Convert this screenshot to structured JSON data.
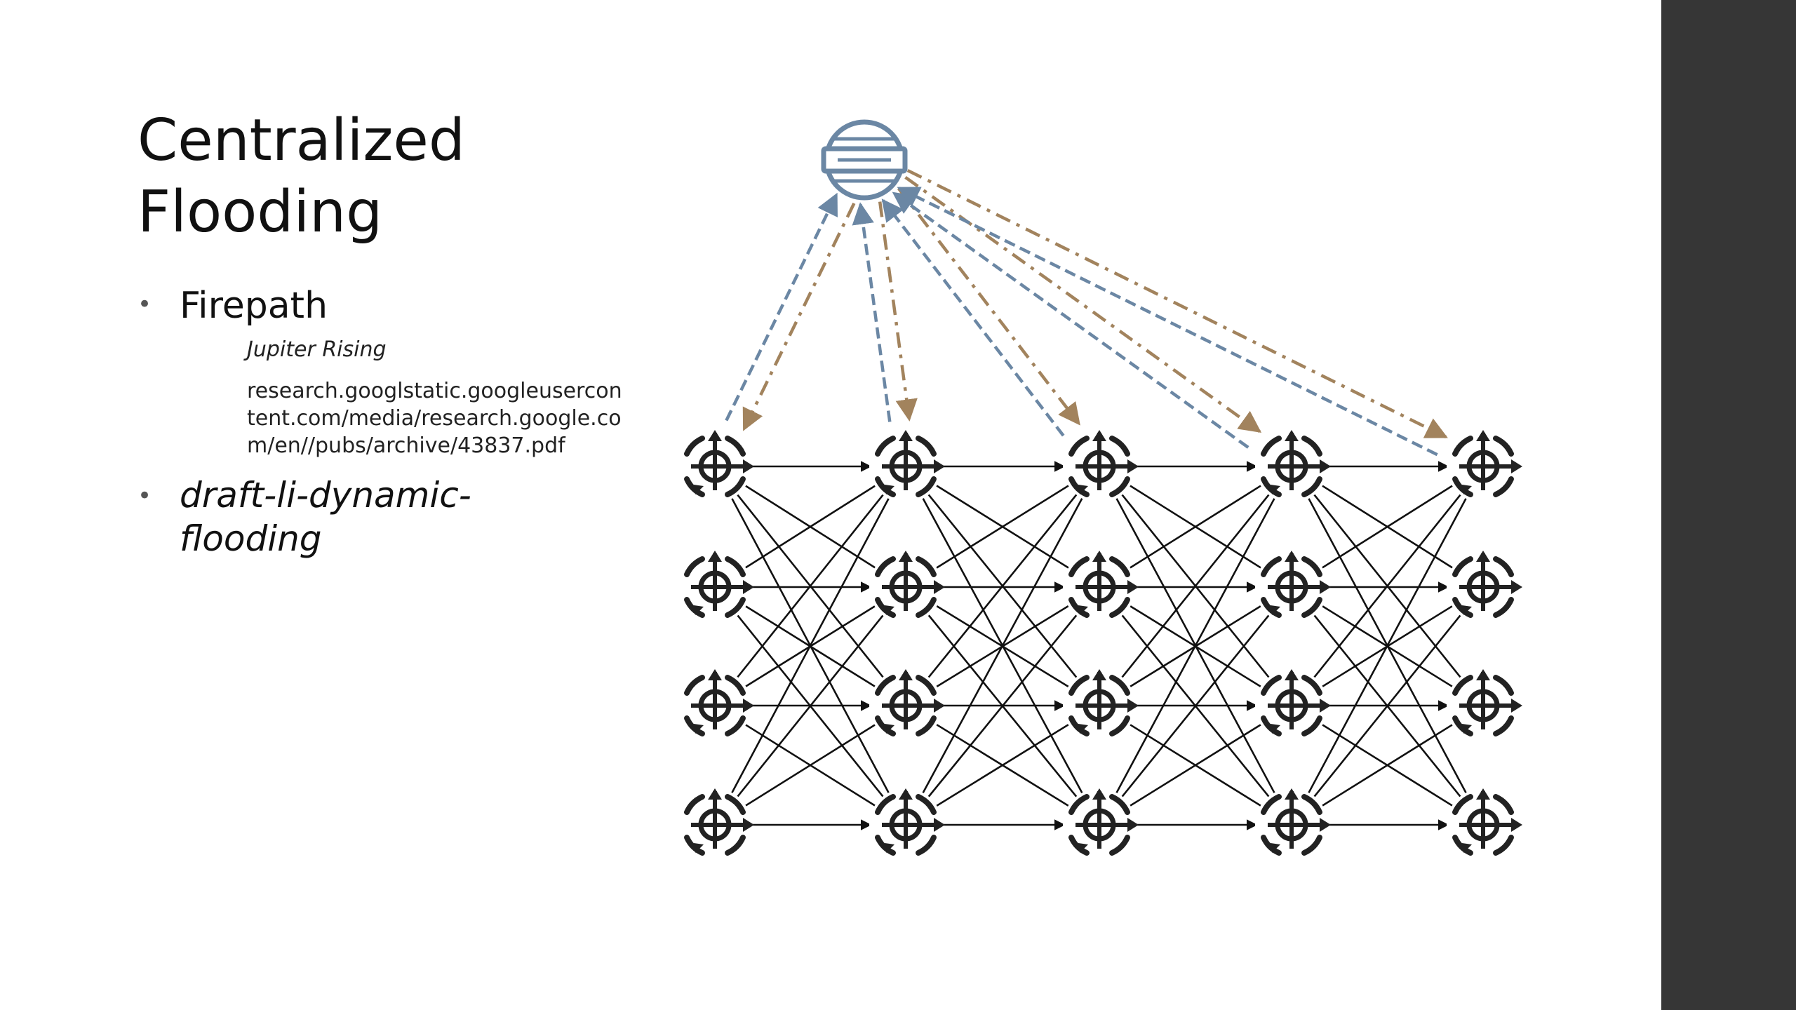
{
  "slide": {
    "title_lines": [
      "Centralized",
      "Flooding"
    ],
    "bullets": [
      {
        "text": "Firepath",
        "cite": "Jupiter Rising",
        "url_lines": [
          "research.googlstatic.googleusercon",
          "tent.com/media/research.google.co",
          "m/en//pubs/archive/43837.pdf"
        ]
      },
      {
        "text_lines": [
          "draft-li-dynamic-",
          "flooding"
        ]
      }
    ],
    "bullet_glyph": "•"
  },
  "diagram": {
    "controller_icon": "server-icon",
    "router_icon": "router-icon",
    "grid": {
      "columns": 5,
      "rows": 4
    },
    "colors": {
      "controller": "#6b87a4",
      "to_controller_arrow": "#6b87a4",
      "from_controller_arrow": "#a2835d",
      "router": "#222222",
      "links": "#111111",
      "side_bar": "#363636"
    }
  }
}
